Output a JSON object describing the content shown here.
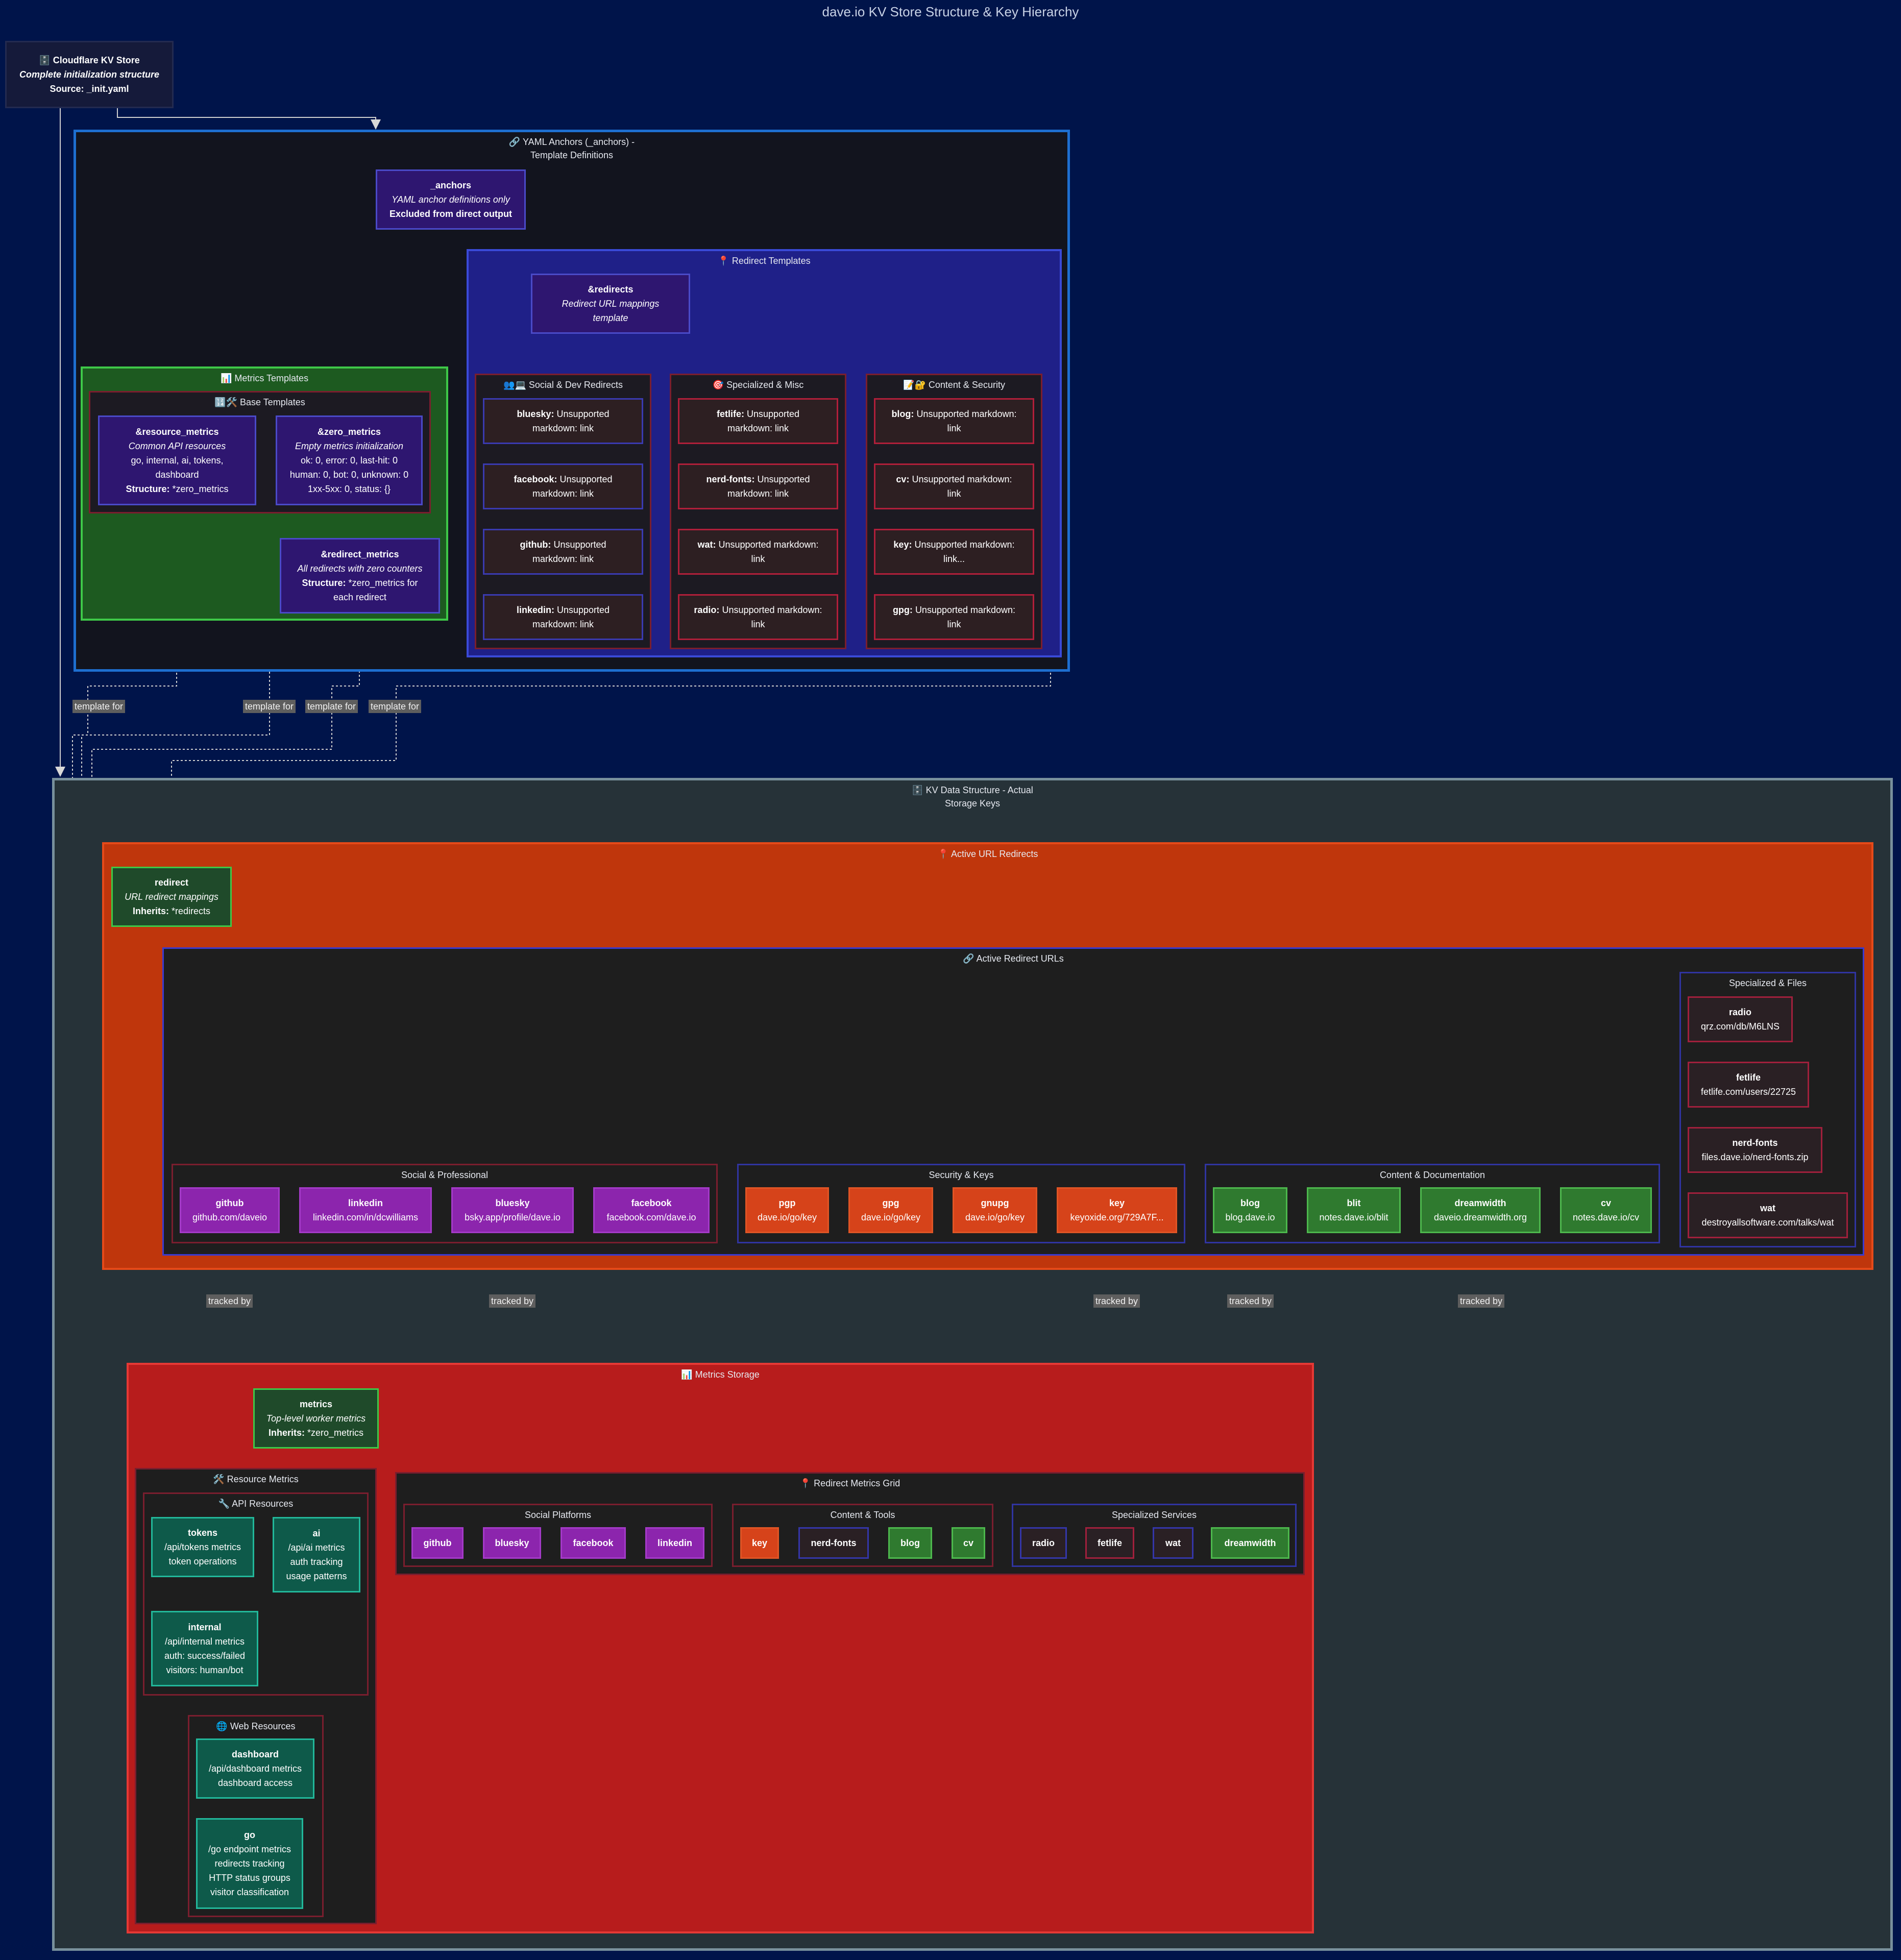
{
  "title": "dave.io KV Store Structure & Key Hierarchy",
  "store": {
    "icon": "🗄️",
    "name": "Cloudflare KV Store",
    "subtitle": "Complete initialization structure",
    "source_label": "Source:",
    "source": "_init.yaml"
  },
  "anchors_cluster": {
    "label": "🔗 YAML Anchors (_anchors) -\nTemplate Definitions"
  },
  "anchors_node": {
    "name": "_anchors",
    "desc": "YAML anchor definitions only",
    "note": "Excluded from direct output"
  },
  "metrics_templates": {
    "label": "📊 Metrics Templates"
  },
  "base_templates": {
    "label": "🔢🛠️ Base Templates"
  },
  "resource_metrics": {
    "name": "&resource_metrics",
    "desc": "Common API resources",
    "l1": "go, internal, ai, tokens,",
    "l2": "dashboard",
    "struct_label": "Structure:",
    "struct": "*zero_metrics"
  },
  "zero_metrics": {
    "name": "&zero_metrics",
    "desc": "Empty metrics initialization",
    "l1": "ok: 0, error: 0, last-hit: 0",
    "l2": "human: 0, bot: 0, unknown: 0",
    "l3": "1xx-5xx: 0, status: {}"
  },
  "redirect_metrics": {
    "name": "&redirect_metrics",
    "desc": "All redirects with zero counters",
    "struct_label": "Structure:",
    "struct": "*zero_metrics for",
    "l2": "each redirect"
  },
  "redirect_templates": {
    "label": "📍 Redirect Templates"
  },
  "redirects_node": {
    "name": "&redirects",
    "desc1": "Redirect URL mappings",
    "desc2": "template"
  },
  "social_dev": {
    "label": "👥💻 Social & Dev Redirects",
    "items": [
      {
        "key": "bluesky:",
        "l1": "Unsupported",
        "l2": "markdown: link"
      },
      {
        "key": "facebook:",
        "l1": "Unsupported",
        "l2": "markdown: link"
      },
      {
        "key": "github:",
        "l1": "Unsupported",
        "l2": "markdown: link"
      },
      {
        "key": "linkedin:",
        "l1": "Unsupported",
        "l2": "markdown: link"
      }
    ]
  },
  "specialized_misc": {
    "label": "🎯 Specialized & Misc",
    "items": [
      {
        "key": "fetlife:",
        "l1": "Unsupported",
        "l2": "markdown: link"
      },
      {
        "key": "nerd-fonts:",
        "l1": "Unsupported",
        "l2": "markdown: link"
      },
      {
        "key": "wat:",
        "l1": "Unsupported markdown:",
        "l2": "link"
      },
      {
        "key": "radio:",
        "l1": "Unsupported markdown:",
        "l2": "link"
      }
    ]
  },
  "content_security": {
    "label": "📝🔐 Content & Security",
    "items": [
      {
        "key": "blog:",
        "l1": "Unsupported markdown:",
        "l2": "link"
      },
      {
        "key": "cv:",
        "l1": "Unsupported markdown:",
        "l2": "link"
      },
      {
        "key": "key:",
        "l1": "Unsupported markdown:",
        "l2": "link..."
      },
      {
        "key": "gpg:",
        "l1": "Unsupported markdown:",
        "l2": "link"
      }
    ]
  },
  "edge_labels": {
    "template_for": "template for",
    "tracked_by": "tracked by"
  },
  "kv_cluster": {
    "label": "🗄️ KV Data Structure - Actual\nStorage Keys"
  },
  "active_redirects": {
    "label": "📍 Active URL Redirects"
  },
  "redirect_node": {
    "name": "redirect",
    "desc": "URL redirect mappings",
    "inherits_label": "Inherits:",
    "inherits": "*redirects"
  },
  "active_urls": {
    "label": "🔗 Active Redirect URLs"
  },
  "specialized_files": {
    "label": "Specialized & Files",
    "items": [
      {
        "name": "radio",
        "url": "qrz.com/db/M6LNS"
      },
      {
        "name": "fetlife",
        "url": "fetlife.com/users/22725"
      },
      {
        "name": "nerd-fonts",
        "url": "files.dave.io/nerd-fonts.zip"
      },
      {
        "name": "wat",
        "url": "destroyallsoftware.com/talks/wat"
      }
    ]
  },
  "social_professional": {
    "label": "Social & Professional",
    "items": [
      {
        "name": "github",
        "url": "github.com/daveio"
      },
      {
        "name": "linkedin",
        "url": "linkedin.com/in/dcwilliams"
      },
      {
        "name": "bluesky",
        "url": "bsky.app/profile/dave.io"
      },
      {
        "name": "facebook",
        "url": "facebook.com/dave.io"
      }
    ]
  },
  "security_keys": {
    "label": "Security & Keys",
    "items": [
      {
        "name": "pgp",
        "url": "dave.io/go/key"
      },
      {
        "name": "gpg",
        "url": "dave.io/go/key"
      },
      {
        "name": "gnupg",
        "url": "dave.io/go/key"
      },
      {
        "name": "key",
        "url": "keyoxide.org/729A7F..."
      }
    ]
  },
  "content_docs": {
    "label": "Content & Documentation",
    "items": [
      {
        "name": "blog",
        "url": "blog.dave.io"
      },
      {
        "name": "blit",
        "url": "notes.dave.io/blit"
      },
      {
        "name": "dreamwidth",
        "url": "daveio.dreamwidth.org"
      },
      {
        "name": "cv",
        "url": "notes.dave.io/cv"
      }
    ]
  },
  "metrics_storage": {
    "label": "📊 Metrics Storage"
  },
  "metrics_node": {
    "name": "metrics",
    "desc": "Top-level worker metrics",
    "inherits_label": "Inherits:",
    "inherits": "*zero_metrics"
  },
  "resource_metrics_cluster": {
    "label": "🛠️ Resource Metrics"
  },
  "api_resources": {
    "label": "🔧 API Resources"
  },
  "tokens": {
    "name": "tokens",
    "l1": "/api/tokens metrics",
    "l2": "token operations"
  },
  "ai": {
    "name": "ai",
    "l1": "/api/ai metrics",
    "l2": "auth tracking",
    "l3": "usage patterns"
  },
  "internal": {
    "name": "internal",
    "l1": "/api/internal metrics",
    "l2": "auth: success/failed",
    "l3": "visitors: human/bot"
  },
  "web_resources": {
    "label": "🌐 Web Resources"
  },
  "dashboard": {
    "name": "dashboard",
    "l1": "/api/dashboard metrics",
    "l2": "dashboard access"
  },
  "go": {
    "name": "go",
    "l1": "/go endpoint metrics",
    "l2": "redirects tracking",
    "l3": "HTTP status groups",
    "l4": "visitor classification"
  },
  "redirect_metrics_grid": {
    "label": "📍 Redirect Metrics Grid"
  },
  "social_platforms": {
    "label": "Social Platforms",
    "items": [
      "github",
      "bluesky",
      "facebook",
      "linkedin"
    ]
  },
  "content_tools": {
    "label": "Content & Tools",
    "items": [
      "key",
      "nerd-fonts",
      "blog",
      "cv"
    ]
  },
  "specialized_services": {
    "label": "Specialized Services",
    "items": [
      "radio",
      "fetlife",
      "wat",
      "dreamwidth"
    ]
  }
}
